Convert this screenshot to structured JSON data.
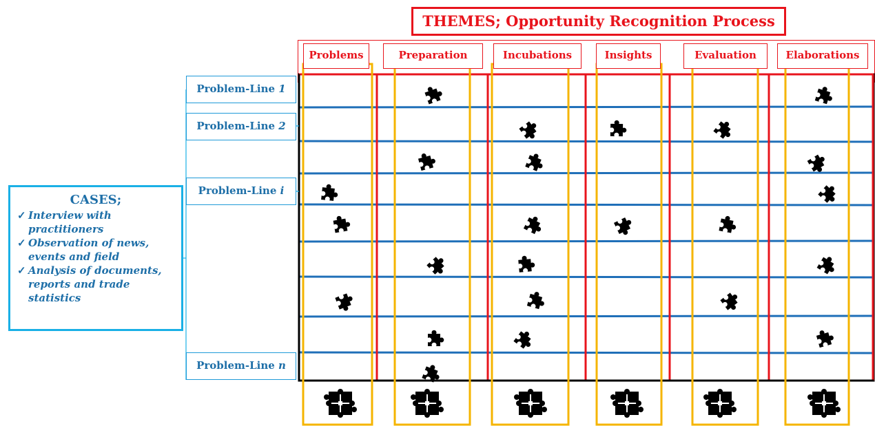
{
  "title": "THEMES; Opportunity Recognition Process",
  "themes": [
    "Problems",
    "Preparation",
    "Incubations",
    "Insights",
    "Evaluation",
    "Elaborations"
  ],
  "problem_lines": [
    {
      "prefix": "Problem-Line ",
      "index": "1"
    },
    {
      "prefix": "Problem-Line ",
      "index": "2"
    },
    {
      "prefix": "Problem-Line ",
      "index": "i"
    },
    {
      "prefix": "Problem-Line ",
      "index": "n"
    }
  ],
  "cases": {
    "title": "CASES;",
    "items": [
      "Interview with practitioners",
      "Observation of news, events and field",
      "Analysis of documents, reports and trade statistics"
    ]
  },
  "icons": {
    "piece": "puzzle-piece-icon",
    "cluster": "puzzle-cluster-icon"
  },
  "colors": {
    "red": "#e8141c",
    "blue": "#1e6fa8",
    "gold": "#f5b400",
    "line_blue": "#1f6fb8",
    "black": "#000000"
  },
  "puzzle_pieces": [
    {
      "col": 1,
      "row": 0
    },
    {
      "col": 5,
      "row": 0
    },
    {
      "col": 2,
      "row": 1
    },
    {
      "col": 3,
      "row": 1
    },
    {
      "col": 4,
      "row": 1
    },
    {
      "col": 1,
      "row": 2
    },
    {
      "col": 2,
      "row": 2
    },
    {
      "col": 5,
      "row": 2
    },
    {
      "col": 0,
      "row": 3
    },
    {
      "col": 5,
      "row": 3
    },
    {
      "col": 0,
      "row": 4
    },
    {
      "col": 2,
      "row": 4
    },
    {
      "col": 3,
      "row": 4
    },
    {
      "col": 4,
      "row": 4
    },
    {
      "col": 1,
      "row": 5
    },
    {
      "col": 2,
      "row": 5
    },
    {
      "col": 5,
      "row": 5
    },
    {
      "col": 0,
      "row": 6
    },
    {
      "col": 2,
      "row": 6
    },
    {
      "col": 4,
      "row": 6
    },
    {
      "col": 1,
      "row": 7
    },
    {
      "col": 2,
      "row": 7
    },
    {
      "col": 5,
      "row": 7
    },
    {
      "col": 1,
      "row": 8
    }
  ]
}
